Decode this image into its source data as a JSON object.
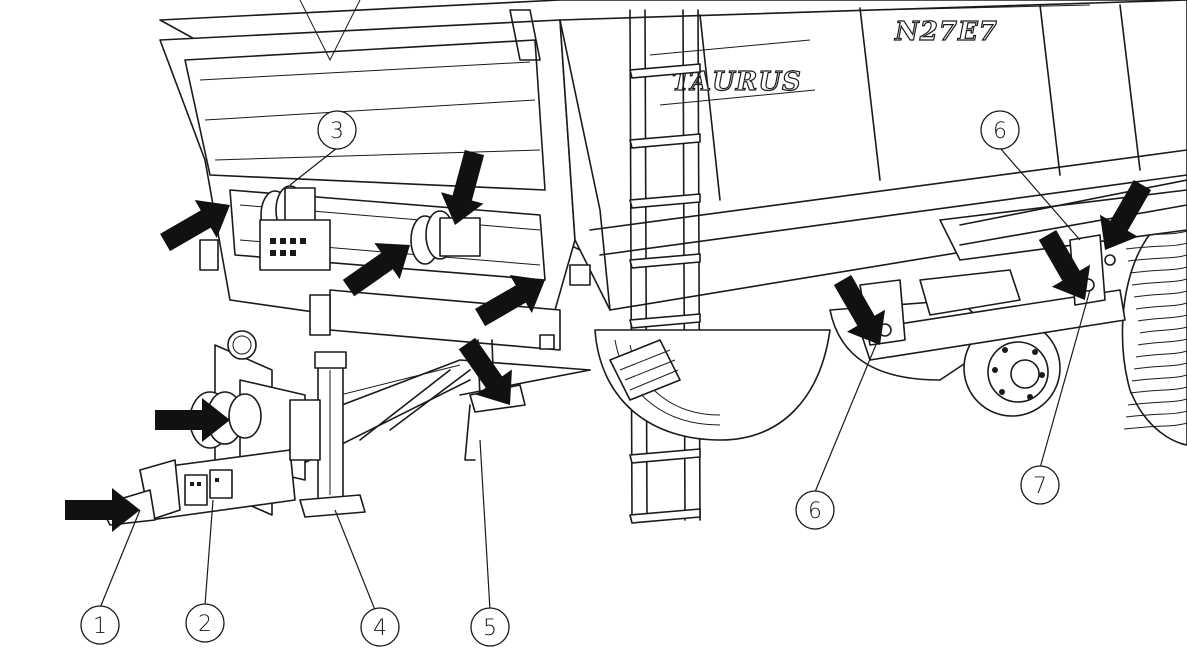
{
  "labels": {
    "brand": "TAURUS",
    "model": "N27E7"
  },
  "callouts": [
    {
      "id": "callout-1",
      "label": "1"
    },
    {
      "id": "callout-2",
      "label": "2"
    },
    {
      "id": "callout-3",
      "label": "3"
    },
    {
      "id": "callout-4",
      "label": "4"
    },
    {
      "id": "callout-5",
      "label": "5"
    },
    {
      "id": "callout-6a",
      "label": "6"
    },
    {
      "id": "callout-6b",
      "label": "6"
    },
    {
      "id": "callout-7",
      "label": "7"
    }
  ],
  "colors": {
    "line": "#1a1a1a",
    "arrow": "#111111",
    "background": "#ffffff"
  }
}
